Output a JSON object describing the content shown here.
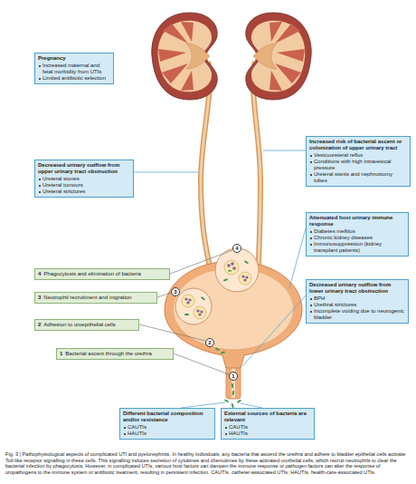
{
  "diagram": {
    "caption": "Fig. 3 | Pathophysiological aspects of complicated UTI and pyelonephritis. In healthy individuals, any bacteria that ascend the urethra and adhere to bladder epithelial cells activate Toll-like receptor signalling in these cells. This signalling induces secretion of cytokines and chemokines by these activated urothelial cells, which recruit neutrophils to clear the bacterial infection by phagocytosis. However, in complicated UTIs, various host factors can dampen the immune response or pathogen factors can alter the response of uropathogens to the immune system or antibiotic treatment, resulting in persistent infection. CAUTIs, catheter-associated UTIs; HAUTIs, health-care-associated UTIs.",
    "nodes": [
      {
        "text": [
          "Pregnancy",
          "Increased maternal and fetal morbidity from UTIs",
          "Limited antibiotic selection"
        ]
      },
      {
        "text": [
          "Increased risk of bacterial ascent or colonization of upper urinary tract",
          "Vesicoureteral reflux",
          "Conditions with high intravesical pressure",
          "Ureteral stents and nephrostomy tubes"
        ]
      },
      {
        "text": [
          "Decreased urinary outflow from upper urinary tract obstruction",
          "Ureteral stones",
          "Ureteral tumours",
          "Ureteral strictures"
        ]
      },
      {
        "text": [
          "Attenuated host urinary immune response",
          "Diabetes mellitus",
          "Chronic kidney diseases",
          "Immunosuppression (kidney transplant patients)"
        ]
      },
      {
        "text": [
          "4",
          "Phagocytosis and elimination of bacteria"
        ]
      },
      {
        "text": [
          "Decreased urinary outflow from lower urinary tract obstruction",
          "BPH",
          "Urethral strictures",
          "Incomplete voiding due to neurogenic bladder"
        ]
      },
      {
        "text": [
          "3",
          "Neutrophil recruitment and migration"
        ]
      },
      {
        "text": [
          "2",
          "Adhesion to uroepithelial cells"
        ]
      },
      {
        "text": [
          "1",
          "Bacterial ascent through the urethra"
        ]
      },
      {
        "text": [
          "Different bacterial composition and/or resistance",
          "CAUTIs",
          "HAUTIs"
        ]
      },
      {
        "text": [
          "External sources of bacteria are relevant",
          "CAUTIs",
          "HAUTIs"
        ]
      }
    ],
    "labels": [
      "4",
      "3",
      "2",
      "1"
    ]
  }
}
